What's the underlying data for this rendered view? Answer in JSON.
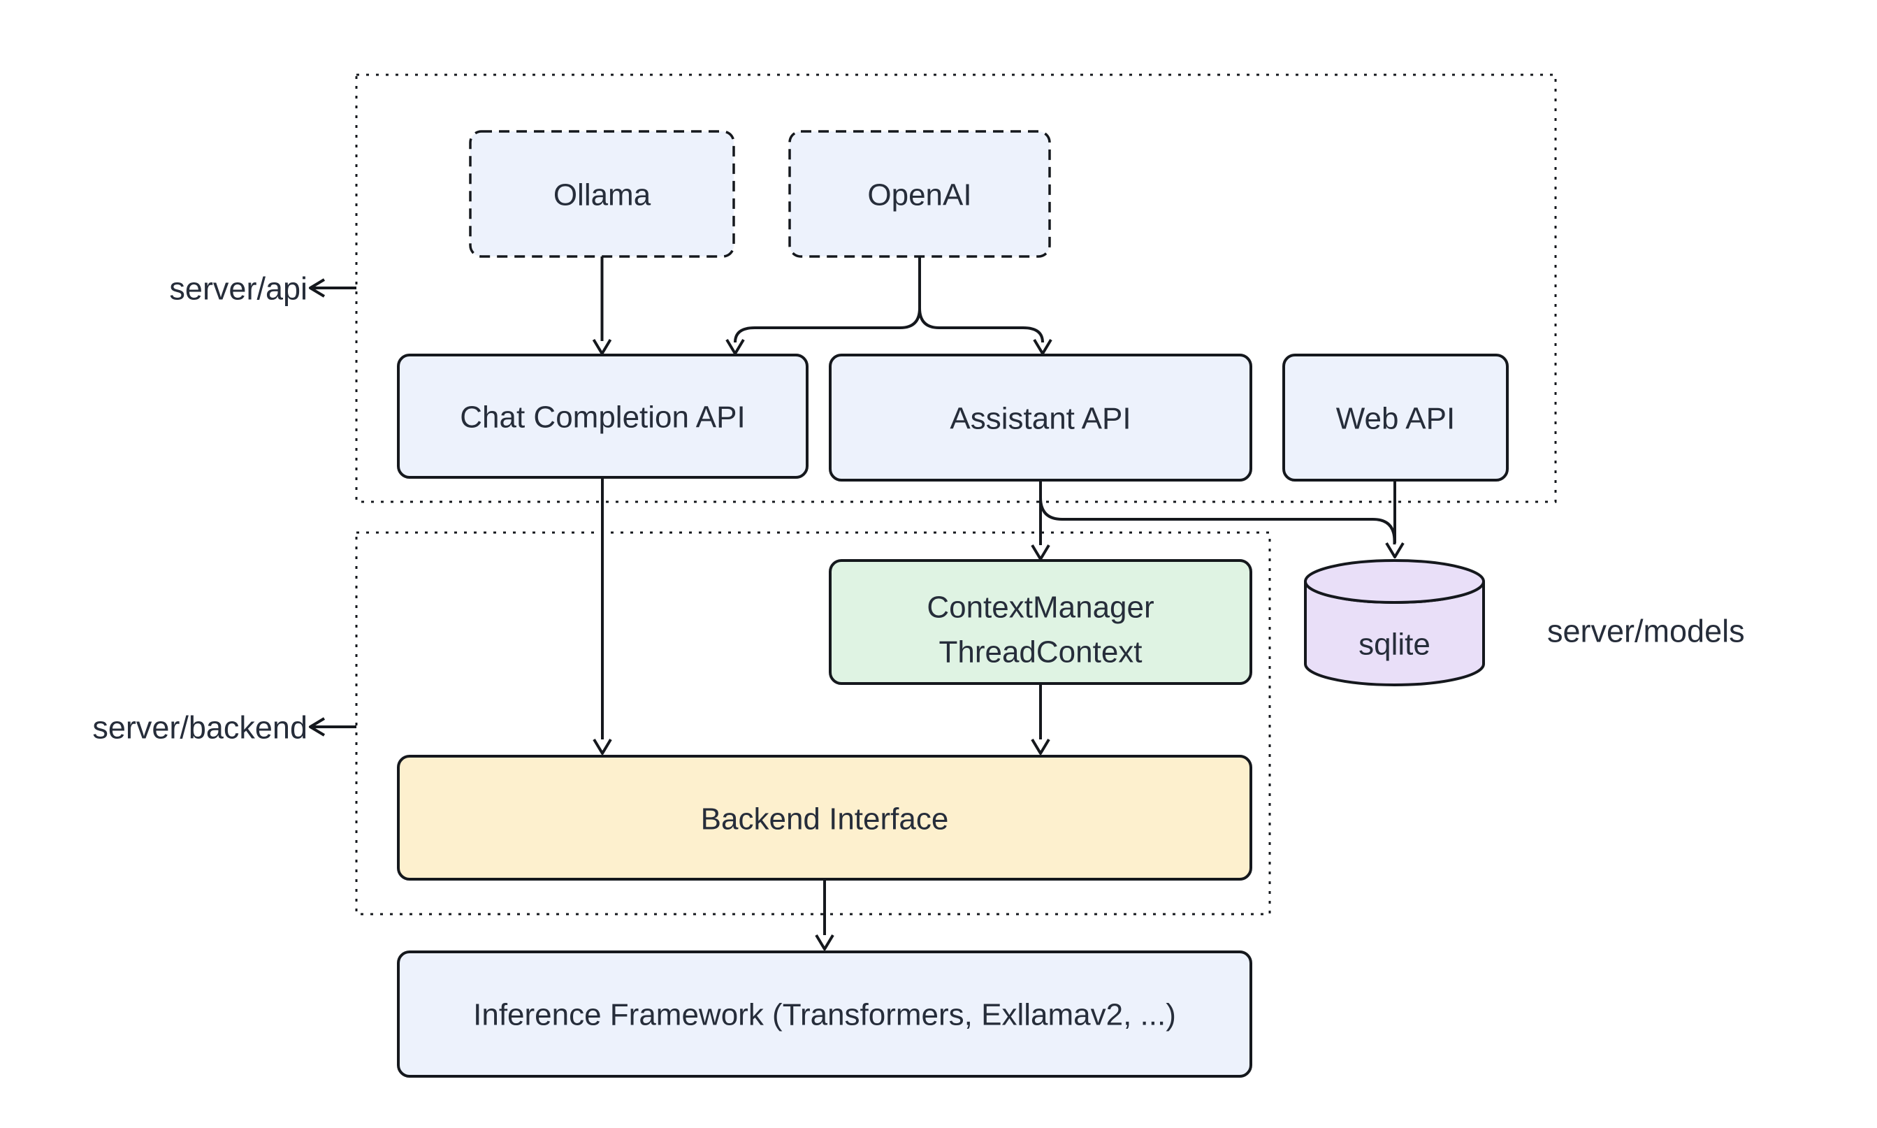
{
  "diagram": {
    "type": "architecture-flowchart",
    "groups": {
      "server_api": {
        "label": "server/api"
      },
      "server_backend": {
        "label": "server/backend"
      },
      "server_models": {
        "label": "server/models"
      }
    },
    "nodes": {
      "ollama": {
        "label": "Ollama",
        "shape": "dashed-box"
      },
      "openai": {
        "label": "OpenAI",
        "shape": "dashed-box"
      },
      "chat_completion_api": {
        "label": "Chat Completion API",
        "shape": "box"
      },
      "assistant_api": {
        "label": "Assistant API",
        "shape": "box"
      },
      "web_api": {
        "label": "Web API",
        "shape": "box"
      },
      "context_manager": {
        "line1": "ContextManager",
        "line2": "ThreadContext",
        "shape": "box"
      },
      "sqlite": {
        "label": "sqlite",
        "shape": "cylinder"
      },
      "backend_interface": {
        "label": "Backend Interface",
        "shape": "box"
      },
      "inference_framework": {
        "label": "Inference Framework (Transformers, Exllamav2, ...)",
        "shape": "box"
      }
    },
    "edges": [
      {
        "from": "ollama",
        "to": "chat_completion_api"
      },
      {
        "from": "openai",
        "to": "chat_completion_api"
      },
      {
        "from": "openai",
        "to": "assistant_api"
      },
      {
        "from": "assistant_api",
        "to": "context_manager"
      },
      {
        "from": "assistant_api",
        "to": "sqlite"
      },
      {
        "from": "web_api",
        "to": "sqlite"
      },
      {
        "from": "chat_completion_api",
        "to": "backend_interface"
      },
      {
        "from": "context_manager",
        "to": "backend_interface"
      },
      {
        "from": "backend_interface",
        "to": "inference_framework"
      }
    ],
    "colors": {
      "background": "#ffffff",
      "node_blue": "#edf2fc",
      "node_green": "#dff3e3",
      "node_yellow": "#fdf0ce",
      "node_purple": "#e9dff8",
      "stroke": "#15181d",
      "text": "#262d3a"
    }
  }
}
